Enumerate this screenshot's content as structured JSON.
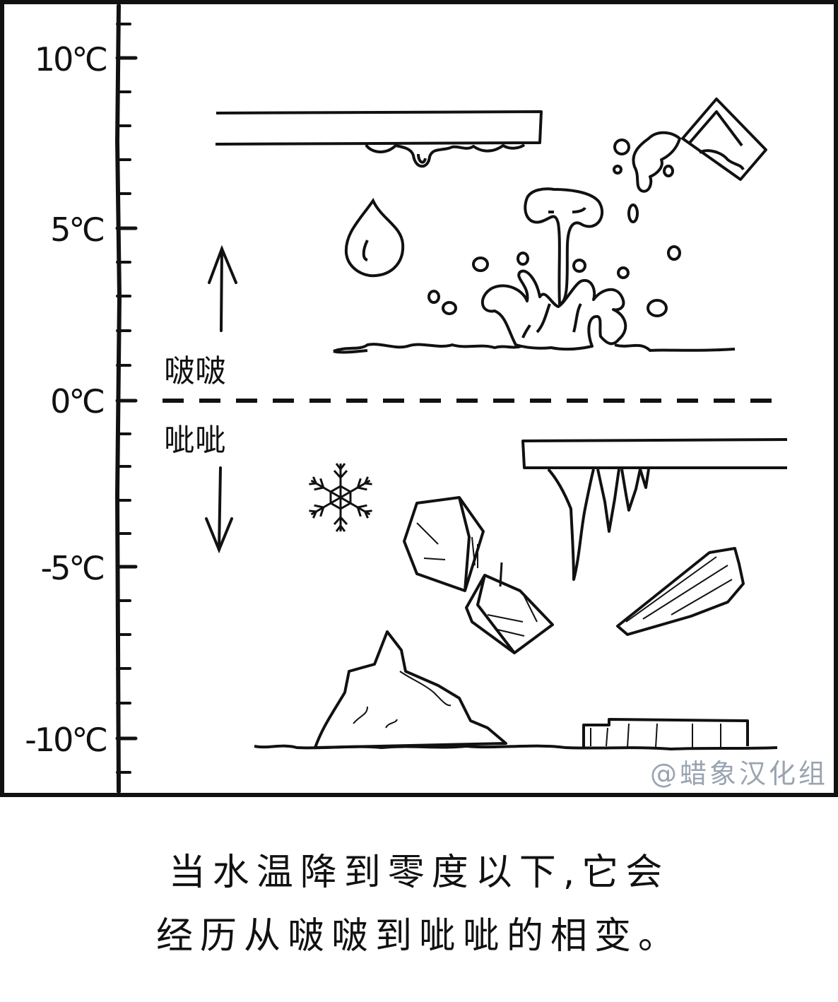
{
  "axis": {
    "ticks": [
      "10℃",
      "5℃",
      "0℃",
      "-5℃",
      "-10℃"
    ]
  },
  "phases": {
    "above": "啵啵",
    "below": "呲呲"
  },
  "watermark": "@蜡象汉化组",
  "caption": {
    "line1": "当水温降到零度以下,它会",
    "line2": "经历从啵啵到呲呲的相变。"
  }
}
